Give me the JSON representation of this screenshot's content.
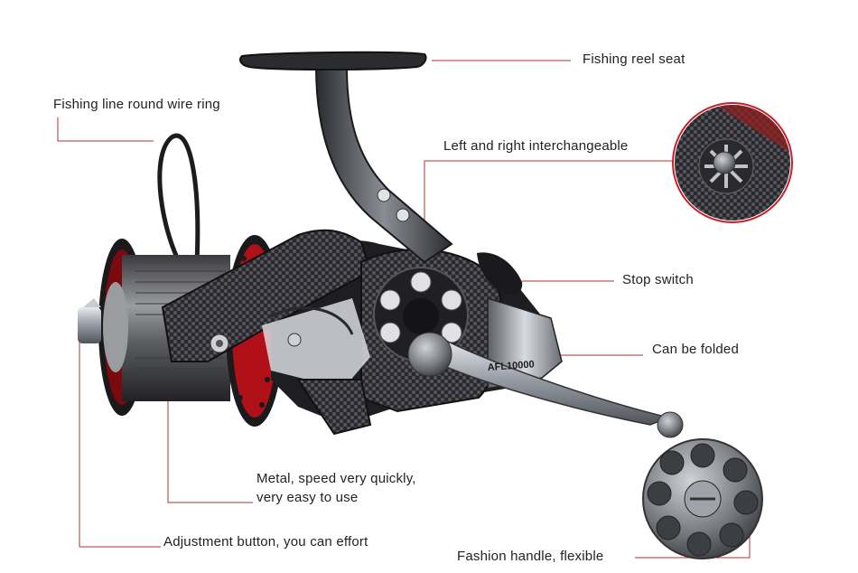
{
  "callouts": {
    "reel_seat": "Fishing reel seat",
    "line_ring": "Fishing line round wire ring",
    "interchangeable": "Left and right interchangeable",
    "stop_switch": "Stop switch",
    "folded": "Can be folded",
    "metal_line1": "Metal, speed very quickly,",
    "metal_line2": "very easy to use",
    "adjustment": "Adjustment button, you can effort",
    "handle": "Fashion handle, flexible"
  },
  "product": {
    "model": "AFL10000"
  },
  "colors": {
    "leader_line": "#b03030",
    "accent_red": "#c0141c",
    "carbon_dark": "#2a2a2e",
    "chrome": "#b8bcc2"
  }
}
